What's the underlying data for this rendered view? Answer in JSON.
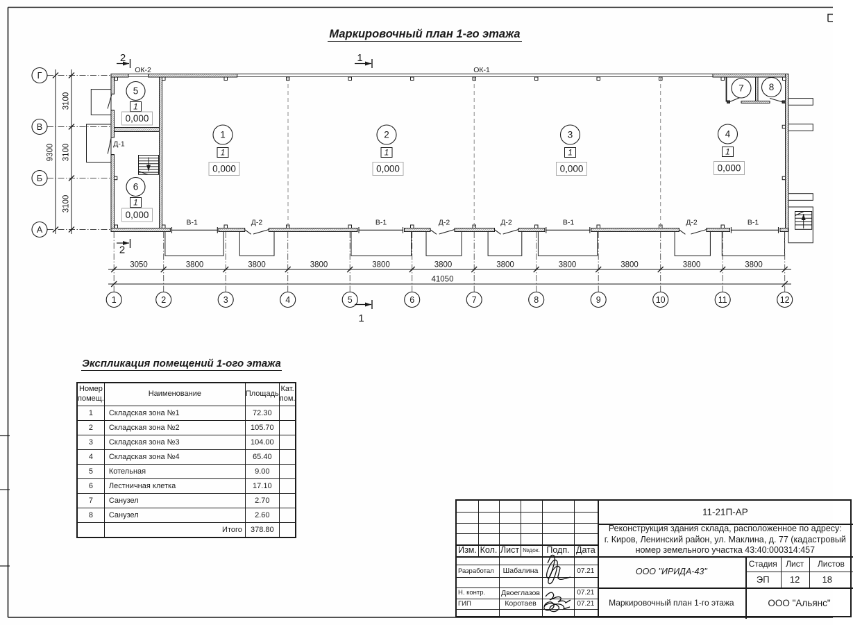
{
  "page": {
    "main_title": "Маркировочный план 1-го этажа",
    "section_title": "Экспликация помещений 1-ого этажа"
  },
  "plan": {
    "axes_bottom": [
      "1",
      "2",
      "3",
      "4",
      "5",
      "6",
      "7",
      "8",
      "9",
      "10",
      "11",
      "12"
    ],
    "axes_left": [
      "Г",
      "В",
      "Б",
      "А"
    ],
    "dims_bottom": [
      "3050",
      "3800",
      "3800",
      "3800",
      "3800",
      "3800",
      "3800",
      "3800",
      "3800",
      "3800",
      "3800"
    ],
    "dim_total_bottom": "41050",
    "dims_left": [
      "3100",
      "3100",
      "3100"
    ],
    "dim_total_left": "9300",
    "window_label_1": "ОК-1",
    "window_label_2": "ОК-2",
    "door_label_d1": "Д-1",
    "door_labels": [
      "В-1",
      "Д-2",
      "В-1",
      "Д-2",
      "Д-2",
      "В-1",
      "Д-2",
      "В-1"
    ],
    "section_mark_1": "1",
    "section_mark_2": "2",
    "rooms": [
      {
        "number": "1",
        "category": "1",
        "elevation": "0,000"
      },
      {
        "number": "2",
        "category": "1",
        "elevation": "0,000"
      },
      {
        "number": "3",
        "category": "1",
        "elevation": "0,000"
      },
      {
        "number": "4",
        "category": "1",
        "elevation": "0,000"
      },
      {
        "number": "5",
        "category": "1",
        "elevation": "0,000"
      },
      {
        "number": "6",
        "category": "1",
        "elevation": "0,000"
      },
      {
        "number": "7"
      },
      {
        "number": "8"
      }
    ]
  },
  "table": {
    "headers": {
      "num": "Номер помещ.",
      "name": "Наименование",
      "area": "Площадь",
      "cat": "Кат. пом."
    },
    "rows": [
      {
        "num": "1",
        "name": "Складская зона №1",
        "area": "72.30",
        "cat": ""
      },
      {
        "num": "2",
        "name": "Складская зона №2",
        "area": "105.70",
        "cat": ""
      },
      {
        "num": "3",
        "name": "Складская зона №3",
        "area": "104.00",
        "cat": ""
      },
      {
        "num": "4",
        "name": "Складская зона №4",
        "area": "65.40",
        "cat": ""
      },
      {
        "num": "5",
        "name": "Котельная",
        "area": "9.00",
        "cat": ""
      },
      {
        "num": "6",
        "name": "Лестничная клетка",
        "area": "17.10",
        "cat": ""
      },
      {
        "num": "7",
        "name": "Санузел",
        "area": "2.70",
        "cat": ""
      },
      {
        "num": "8",
        "name": "Санузел",
        "area": "2.60",
        "cat": ""
      }
    ],
    "total_label": "Итого",
    "total_value": "378.80"
  },
  "titleblock": {
    "doc_number": "11-21П-АР",
    "project_line1": "Реконструкция здания склада, расположенное по адресу:",
    "project_line2": "г. Киров, Ленинский район, ул. Маклина, д. 77 (кадастровый",
    "project_line3": "номер земельного участка 43:40:000314:457",
    "col_izm": "Изм.",
    "col_kol": "Кол.",
    "col_list": "Лист",
    "col_ndok": "№док.",
    "col_podp": "Подп.",
    "col_data": "Дата",
    "people": [
      {
        "role": "Разработал",
        "name": "Шабалина",
        "date": "07.21"
      },
      {
        "role": "Н. контр.",
        "name": "Двоеглазов",
        "date": "07.21"
      },
      {
        "role": "ГИП",
        "name": "Коротаев",
        "date": "07.21"
      }
    ],
    "company": "ООО \"ИРИДА-43\"",
    "stage_label": "Стадия",
    "sheet_label": "Лист",
    "sheets_label": "Листов",
    "stage": "ЭП",
    "sheet": "12",
    "sheets": "18",
    "drawing_title": "Маркировочный план 1-го этажа",
    "org": "ООО \"Альянс\""
  }
}
